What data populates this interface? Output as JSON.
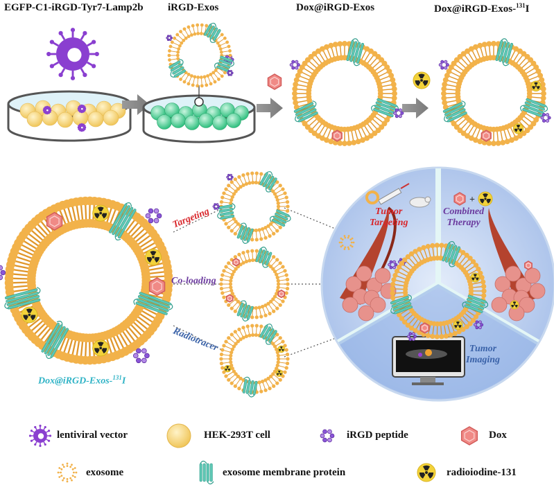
{
  "stages": {
    "s1": "EGFP-C1-iRGD-Tyr7-Lamp2b",
    "s2": "iRGD-Exos",
    "s3": "Dox@iRGD-Exos",
    "s4_main": "Dox@iRGD-Exos-",
    "s4_sup": "131",
    "s4_tail": "I"
  },
  "side_labels": {
    "targeting": "Targeting",
    "coloading": "Co-loading",
    "radiotracer": "Radiotracer"
  },
  "big_exosome": {
    "label_main": "Dox@iRGD-Exos-",
    "label_sup": "131",
    "label_tail": "I"
  },
  "panel": {
    "tumor_targeting_line1": "Tumor",
    "tumor_targeting_line2": "Targeting",
    "combined_line1": "Combined",
    "combined_line2": "Therapy",
    "imaging_line1": "Tumor",
    "imaging_line2": "Imaging",
    "plus": "+"
  },
  "legend": {
    "lentiviral": "lentiviral vector",
    "hek": "HEK-293T cell",
    "irgd": "iRGD peptide",
    "dox": "Dox",
    "exosome": "exosome",
    "membrane_protein": "exosome membrane protein",
    "radioiodine": "radioiodine-131"
  },
  "colors": {
    "lipid": "#f2b24a",
    "lipid_dark": "#e0962a",
    "protein": "#5ec8b5",
    "dox": "#f08a86",
    "irgd": "#8a55d8",
    "virus": "#8a3fd0",
    "cell": "#f7d173",
    "teal_cell": "#3ccb8e",
    "radio": "#f2d23a",
    "targeting": "#d8262b",
    "coloading": "#6b3a9e",
    "radiotracer": "#3a62a8",
    "big_label": "#2fb3c6"
  }
}
